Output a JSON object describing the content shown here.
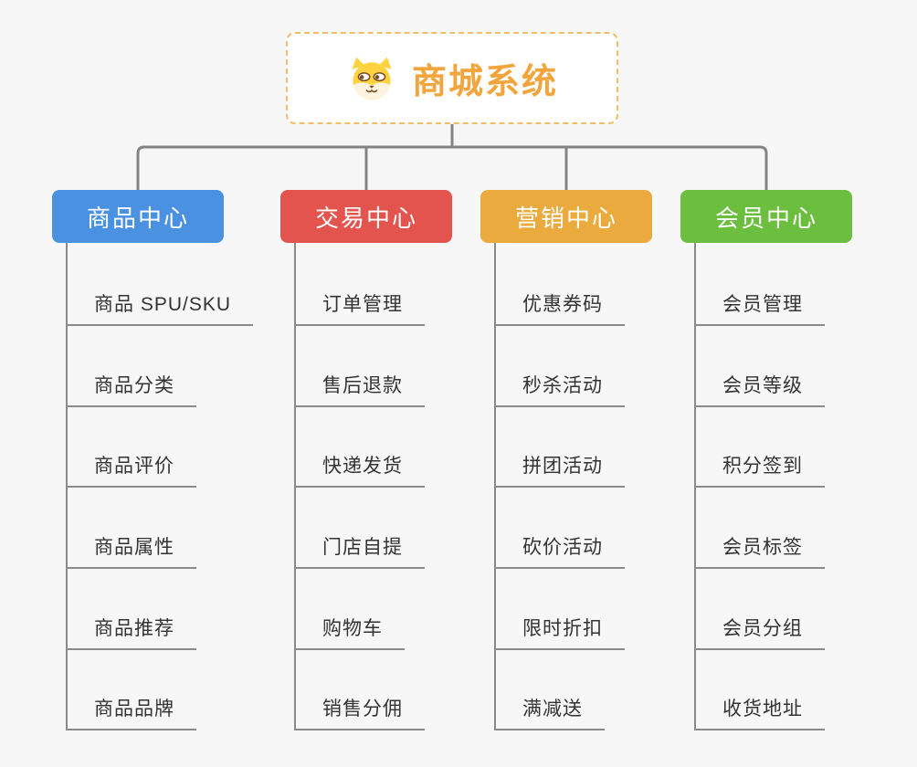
{
  "root": {
    "title": "商城系统",
    "icon": "dog-face-icon",
    "title_color": "#f1a53c",
    "border_color": "#f3bc66"
  },
  "connector_color": "#848484",
  "branches": [
    {
      "label": "商品中心",
      "color": "#4b91e2",
      "items": [
        "商品 SPU/SKU",
        "商品分类",
        "商品评价",
        "商品属性",
        "商品推荐",
        "商品品牌"
      ]
    },
    {
      "label": "交易中心",
      "color": "#e4544f",
      "items": [
        "订单管理",
        "售后退款",
        "快递发货",
        "门店自提",
        "购物车",
        "销售分佣"
      ]
    },
    {
      "label": "营销中心",
      "color": "#ebaa3d",
      "items": [
        "优惠券码",
        "秒杀活动",
        "拼团活动",
        "砍价活动",
        "限时折扣",
        "满减送"
      ]
    },
    {
      "label": "会员中心",
      "color": "#6cbe3e",
      "items": [
        "会员管理",
        "会员等级",
        "积分签到",
        "会员标签",
        "会员分组",
        "收货地址"
      ]
    }
  ]
}
